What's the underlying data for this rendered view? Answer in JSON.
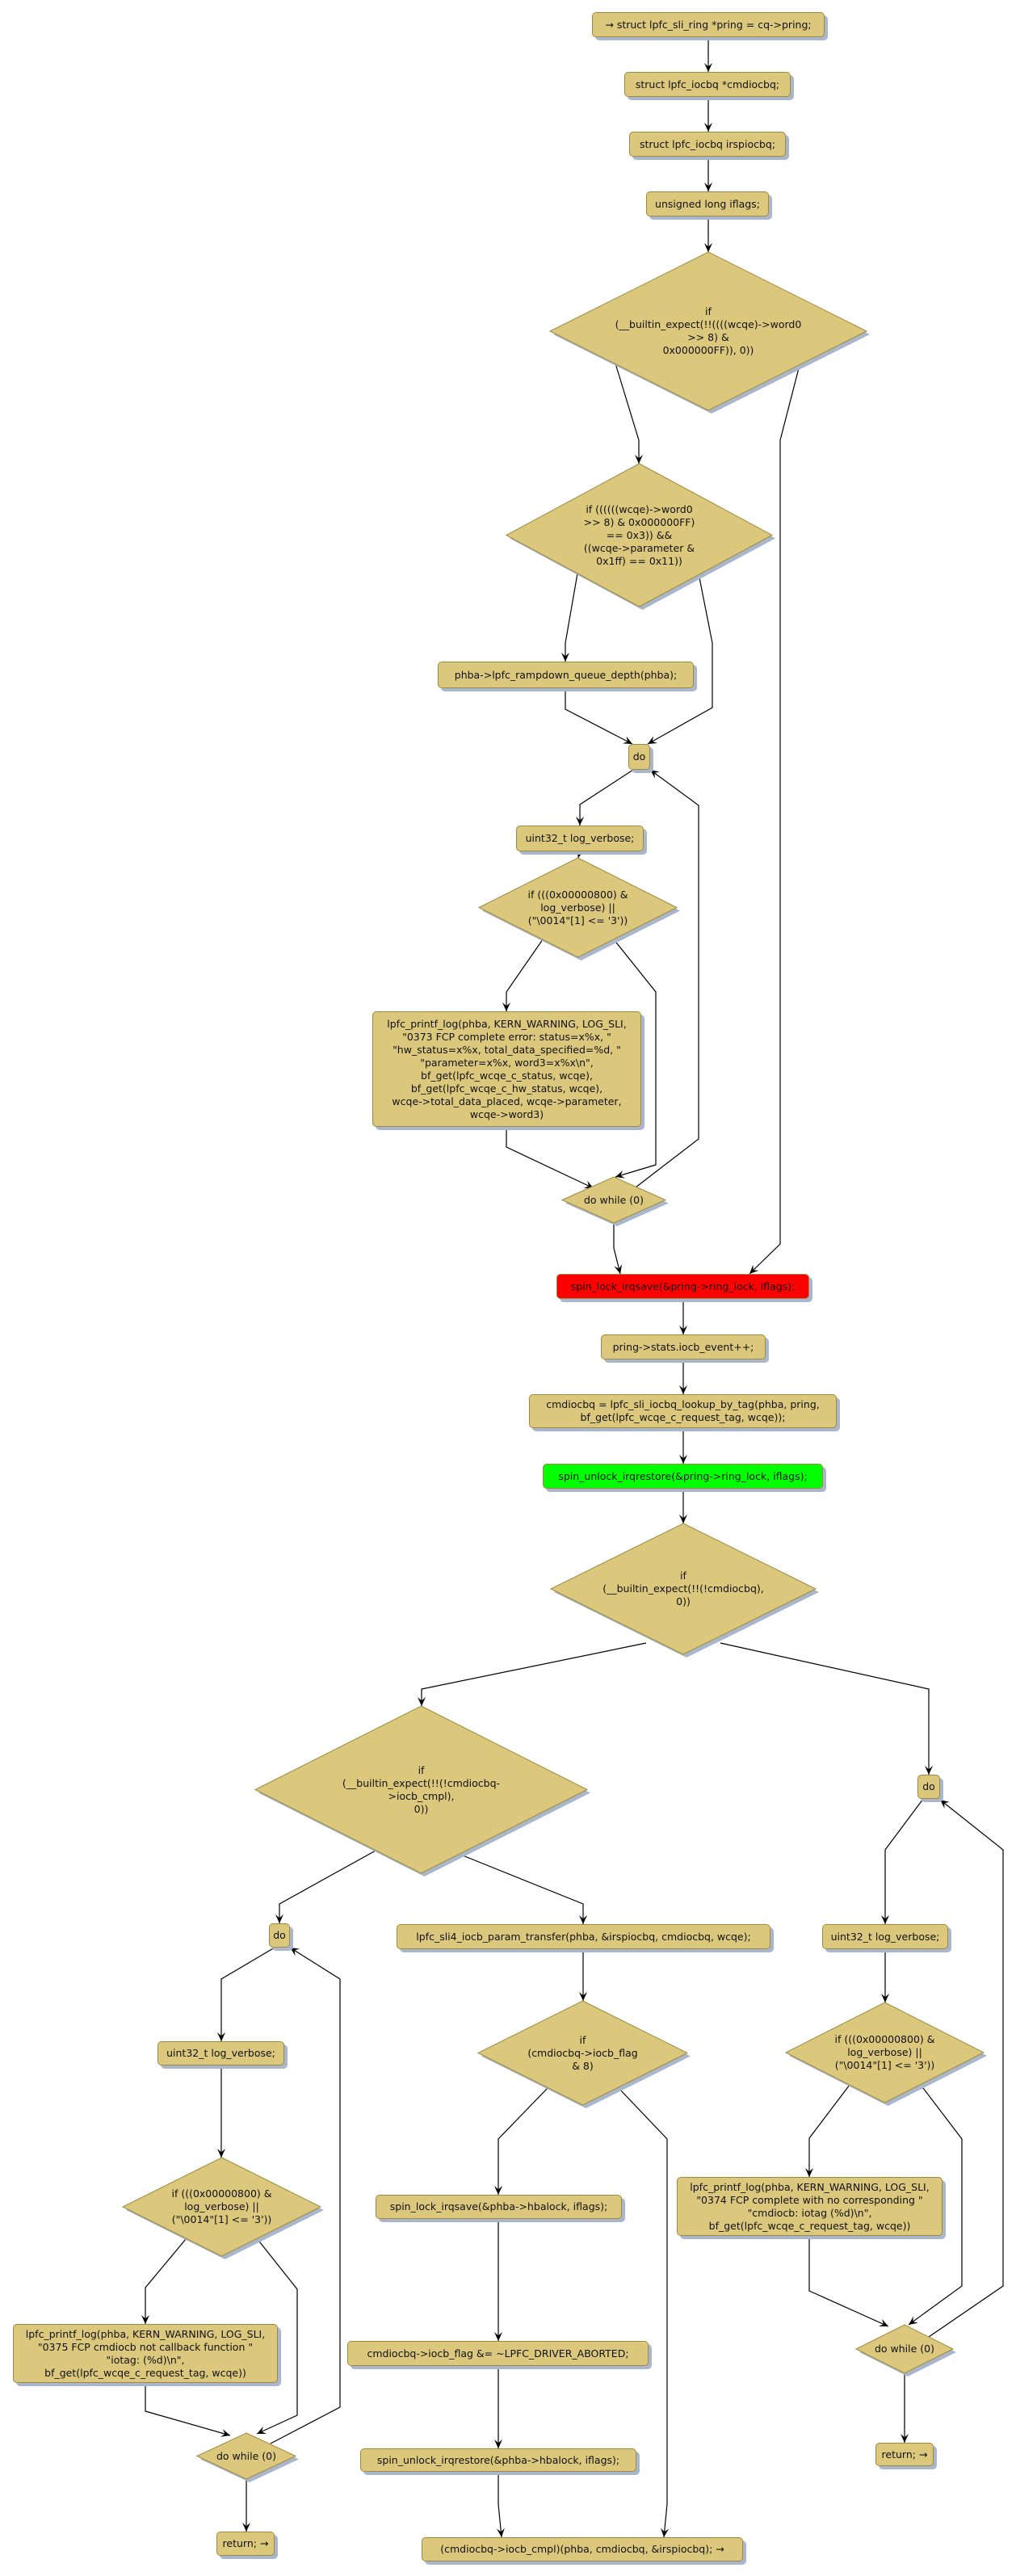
{
  "colors": {
    "node_fill": "#dbc87c",
    "node_border": "#9e8a3e",
    "shadow": "#a9b6cc",
    "lock": "#ff0000",
    "unlock": "#00ff00",
    "edge": "#000000"
  },
  "nodes": {
    "n1": "→ struct lpfc_sli_ring *pring = cq->pring;",
    "n2": "struct lpfc_iocbq *cmdiocbq;",
    "n3": "struct lpfc_iocbq irspiocbq;",
    "n4": "unsigned long iflags;",
    "d1": "if\n(__builtin_expect(!!((((wcqe)->word0\n>> 8) &\n0x000000FF)), 0))",
    "d2": "if ((((((wcqe)->word0\n>> 8) & 0x000000FF)\n== 0x3)) &&\n((wcqe->parameter &\n0x1ff) == 0x11))",
    "n5": "phba->lpfc_rampdown_queue_depth(phba);",
    "n6": "do",
    "n7": "uint32_t log_verbose;",
    "d3": "if (((0x00000800) &\nlog_verbose) ||\n(\"\\0014\"[1] <= '3'))",
    "n8": "lpfc_printf_log(phba, KERN_WARNING, LOG_SLI,\n\"0373 FCP complete error: status=x%x, \"\n\"hw_status=x%x, total_data_specified=%d, \"\n\"parameter=x%x, word3=x%x\\n\",\nbf_get(lpfc_wcqe_c_status, wcqe),\nbf_get(lpfc_wcqe_c_hw_status, wcqe),\nwcqe->total_data_placed, wcqe->parameter,\nwcqe->word3)",
    "w1": "do while (0)",
    "n9": "spin_lock_irqsave(&pring->ring_lock, iflags);",
    "n10": "pring->stats.iocb_event++;",
    "n11": "cmdiocbq = lpfc_sli_iocbq_lookup_by_tag(phba, pring,\nbf_get(lpfc_wcqe_c_request_tag, wcqe));",
    "n12": "spin_unlock_irqrestore(&pring->ring_lock, iflags);",
    "d4": "if\n(__builtin_expect(!!(!cmdiocbq),\n0))",
    "d5": "if\n(__builtin_expect(!!(!cmdiocbq->iocb_cmpl),\n0))",
    "n13": "do",
    "n14": "lpfc_sli4_iocb_param_transfer(phba, &irspiocbq, cmdiocbq, wcqe);",
    "n15": "do",
    "n16": "uint32_t log_verbose;",
    "d7": "if\n(cmdiocbq->iocb_flag\n& 8)",
    "n17": "uint32_t log_verbose;",
    "d8": "if (((0x00000800) &\nlog_verbose) ||\n(\"\\0014\"[1] <= '3'))",
    "d9": "if (((0x00000800) &\nlog_verbose) ||\n(\"\\0014\"[1] <= '3'))",
    "n18": "spin_lock_irqsave(&phba->hbalock, iflags);",
    "n19": "lpfc_printf_log(phba, KERN_WARNING, LOG_SLI,\n\"0374 FCP complete with no corresponding \"\n\"cmdiocb: iotag (%d)\\n\",\nbf_get(lpfc_wcqe_c_request_tag, wcqe))",
    "n20": "lpfc_printf_log(phba, KERN_WARNING, LOG_SLI,\n\"0375 FCP cmdiocb not callback function \"\n\"iotag: (%d)\\n\",\nbf_get(lpfc_wcqe_c_request_tag, wcqe))",
    "n21": "cmdiocbq->iocb_flag &= ~LPFC_DRIVER_ABORTED;",
    "w2": "do while (0)",
    "w3": "do while (0)",
    "n22": "spin_unlock_irqrestore(&phba->hbalock, iflags);",
    "r2": "return; →",
    "r3": "return; →",
    "n23": "(cmdiocbq->iocb_cmpl)(phba, cmdiocbq, &irspiocbq); →"
  }
}
